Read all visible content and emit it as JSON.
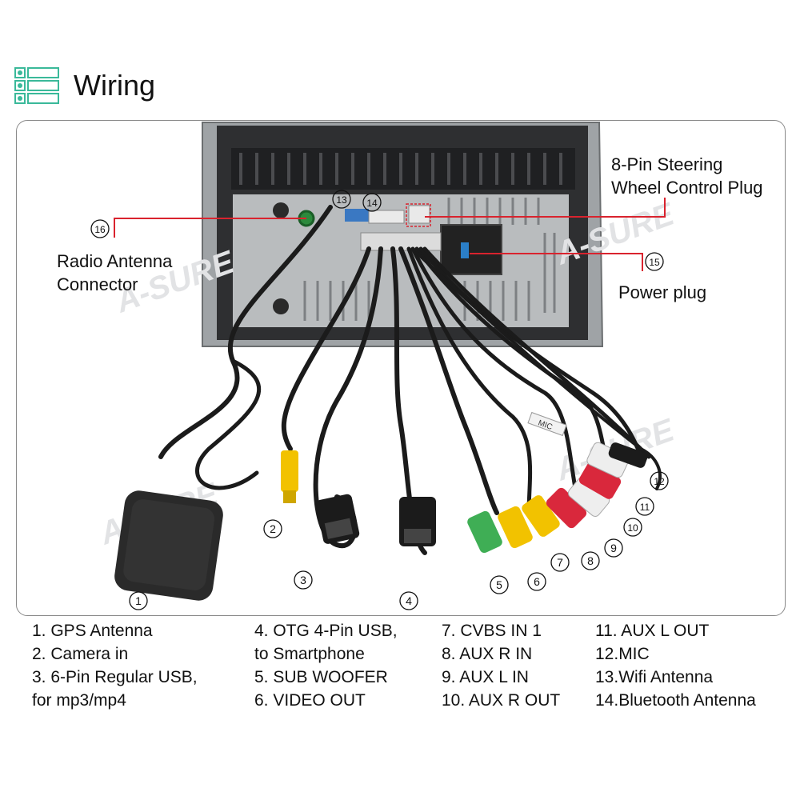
{
  "page": {
    "title": "Wiring"
  },
  "diagram": {
    "watermark": "A-SURE",
    "callouts": {
      "steering": [
        "8-Pin Steering",
        "Wheel Control Plug"
      ],
      "radio": [
        "Radio Antenna",
        "Connector"
      ],
      "power": "Power plug"
    },
    "markers": [
      "1",
      "2",
      "3",
      "4",
      "5",
      "6",
      "7",
      "8",
      "9",
      "10",
      "11",
      "12",
      "13",
      "14",
      "15",
      "16"
    ],
    "cable_tags": [
      "MIC"
    ]
  },
  "legend": {
    "col1": [
      "1. GPS Antenna",
      "2. Camera in",
      "3. 6-Pin Regular USB,",
      "for mp3/mp4"
    ],
    "col2": [
      "4. OTG 4-Pin USB,",
      "to Smartphone",
      "5. SUB WOOFER",
      "6. VIDEO OUT"
    ],
    "col3": [
      "7. CVBS IN 1",
      "8. AUX R IN",
      "9. AUX L IN",
      "10. AUX R OUT"
    ],
    "col4": [
      "11. AUX L OUT",
      "12.MIC",
      "13.Wifi Antenna",
      "14.Bluetooth Antenna"
    ]
  },
  "colors": {
    "accent": "#3ab99a",
    "callout_line": "#d9232e",
    "rca_yellow": "#f2c200",
    "rca_red": "#d9283c",
    "rca_white": "#eeeeee",
    "rca_green": "#3fae55",
    "cable": "#1b1b1b"
  }
}
